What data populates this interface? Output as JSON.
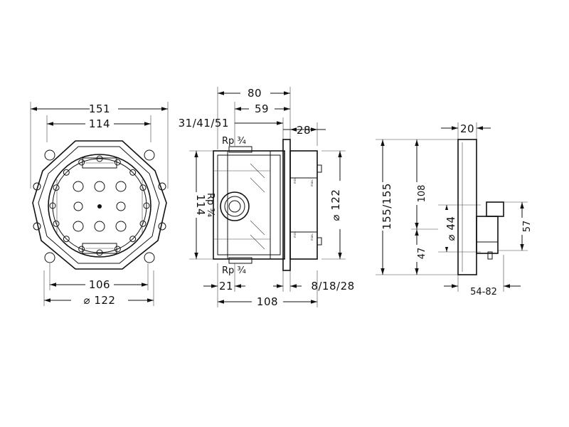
{
  "front_view": {
    "dims": {
      "overall_width": "151",
      "inner_width": "114",
      "bottom_width": "106",
      "diameter": "⌀ 122"
    }
  },
  "side_view": {
    "dims": {
      "depth_total": "80",
      "depth_inner": "59",
      "depth_range": "31/41/51",
      "front_offset": "28",
      "thread_top": "Rp ¾",
      "thread_bottom": "Rp ¾",
      "thread_side": "Rp ¾",
      "height": "114",
      "diameter": "⌀ 122",
      "bottom_offset": "21",
      "bottom_range": "8/18/28",
      "bottom_total": "108"
    },
    "marks": {
      "min": "min.",
      "max": "max."
    }
  },
  "trim_view": {
    "dims": {
      "plate_depth": "20",
      "plate_height": "155/155",
      "height_108": "108",
      "diameter": "⌀ 44",
      "offset_47": "47",
      "knob_height": "57",
      "projection": "54-82"
    }
  }
}
